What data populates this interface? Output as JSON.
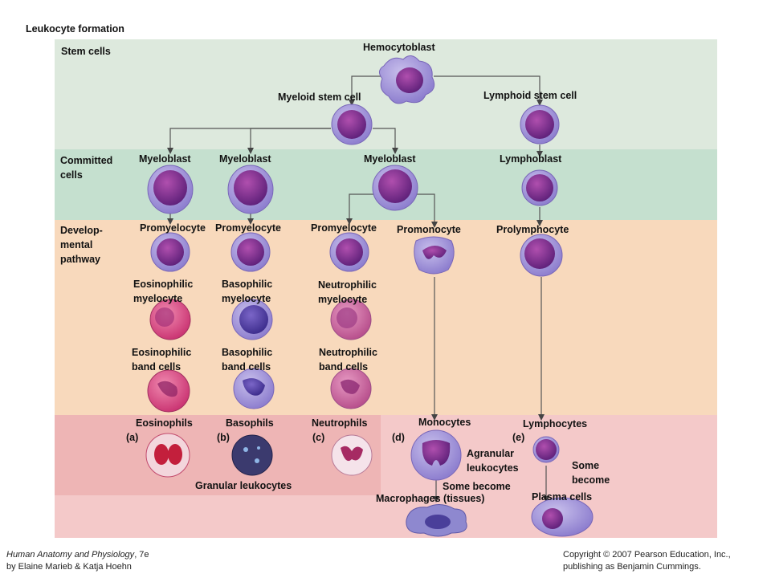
{
  "title": "Leukocyte formation",
  "sections": {
    "stem": "Stem cells",
    "committed": "Committed cells",
    "developmental": "Develop- mental pathway"
  },
  "cells": {
    "hemocytoblast": "Hemocytoblast",
    "myeloid_stem": "Myeloid stem cell",
    "lymphoid_stem": "Lymphoid stem cell",
    "myeloblast_1": "Myeloblast",
    "myeloblast_2": "Myeloblast",
    "myeloblast_3": "Myeloblast",
    "lymphoblast": "Lymphoblast",
    "promyelocyte_1": "Promyelocyte",
    "promyelocyte_2": "Promyelocyte",
    "promyelocyte_3": "Promyelocyte",
    "promonocyte": "Promonocyte",
    "prolymphocyte": "Prolymphocyte",
    "eos_myelocyte": "Eosinophilic myelocyte",
    "baso_myelocyte": "Basophilic myelocyte",
    "neut_myelocyte": "Neutrophilic myelocyte",
    "eos_band": "Eosinophilic band cells",
    "baso_band": "Basophilic band cells",
    "neut_band": "Neutrophilic band cells",
    "eosinophils": "Eosinophils",
    "basophils": "Basophils",
    "neutrophils": "Neutrophils",
    "monocytes": "Monocytes",
    "lymphocytes": "Lymphocytes",
    "macrophages": "Macrophages (tissues)",
    "plasma_cells": "Plasma cells"
  },
  "letters": {
    "a": "(a)",
    "b": "(b)",
    "c": "(c)",
    "d": "(d)",
    "e": "(e)"
  },
  "groups": {
    "granular": "Granular leukocytes",
    "agranular": "Agranular leukocytes",
    "some_become_mono": "Some become",
    "some_become_lymph": "Some become"
  },
  "footer": {
    "book_title": "Human Anatomy and Physiology",
    "edition": ", 7e",
    "authors": "by Elaine Marieb & Katja Hoehn",
    "copyright": "Copyright © 2007 Pearson Education, Inc.,",
    "publisher": "publishing as Benjamin Cummings."
  },
  "colors": {
    "stem_band": "#dde9dd",
    "committed_band": "#c5e0cf",
    "developmental_band": "#f8d9bc",
    "mature_band": "#f4c9c9",
    "granular_band": "#eeb5b5",
    "cytoplasm": "#a99bd6",
    "nucleus": "#7b2f8f"
  }
}
